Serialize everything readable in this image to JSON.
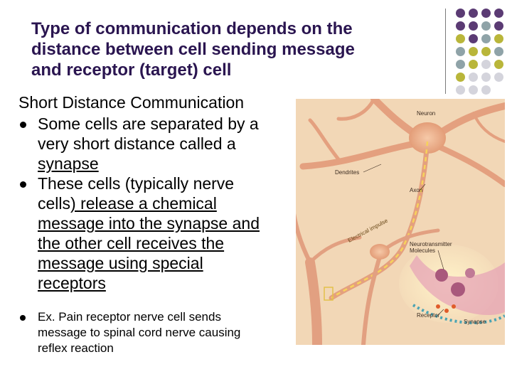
{
  "title": {
    "lines": [
      "Type of communication depends on the",
      "distance between cell sending message",
      "and receptor (target) cell"
    ]
  },
  "subheading": "Short Distance Communication",
  "bullets": [
    {
      "lines": [
        "Some cells are separated by a",
        "very short distance called a",
        "synapse"
      ]
    },
    {
      "lines": [
        "These cells (typically nerve",
        "cells) release a chemical",
        "message into the synapse and",
        "the other cell receives the",
        "message using special",
        "receptors"
      ]
    },
    {
      "lines": [
        "Ex. Pain receptor nerve cell sends",
        "message to spinal cord nerve causing",
        "reflex reaction"
      ]
    }
  ],
  "illustration_labels": {
    "neuron": "Neuron",
    "dendrites": "Dendrites",
    "axon": "Axon",
    "impulse": "Electrical impulse",
    "neurotransmitter_line1": "Neurotransmitter",
    "neurotransmitter_line2": "Molecules",
    "receptor": "Receptor",
    "synapse": "Synapse"
  },
  "colors": {
    "title": "#2a1550",
    "dot_purple": "#5b3b74",
    "dot_gray": "#8fa3a8",
    "dot_olive": "#b9b63a",
    "dot_light": "#d4d4dc",
    "illustration_bg": "#f2d7b6"
  }
}
